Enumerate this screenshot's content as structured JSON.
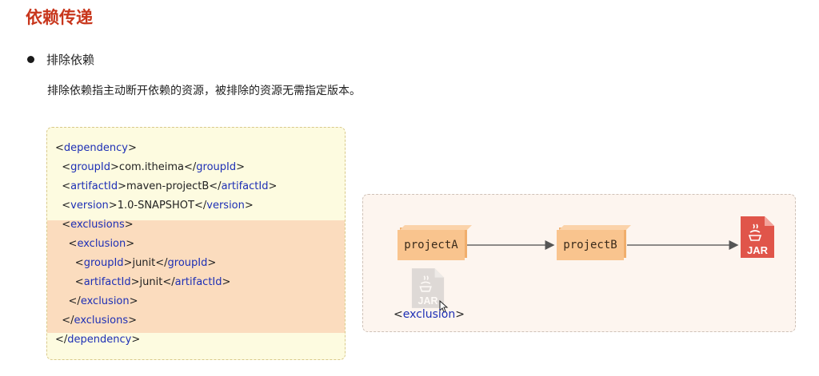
{
  "title": "依赖传递",
  "bullet": "排除依赖",
  "description": "排除依赖指主动断开依赖的资源，被排除的资源无需指定版本。",
  "code_lines": [
    {
      "indent": "",
      "open": "<",
      "tag": "dependency",
      "close": ">",
      "text": "",
      "end_open": "",
      "end_tag": "",
      "end_close": ""
    },
    {
      "indent": "  ",
      "open": "<",
      "tag": "groupId",
      "close": ">",
      "text": "com.itheima",
      "end_open": "</",
      "end_tag": "groupId",
      "end_close": ">"
    },
    {
      "indent": "  ",
      "open": "<",
      "tag": "artifactId",
      "close": ">",
      "text": "maven-projectB",
      "end_open": "</",
      "end_tag": "artifactId",
      "end_close": ">"
    },
    {
      "indent": "  ",
      "open": "<",
      "tag": "version",
      "close": ">",
      "text": "1.0-SNAPSHOT",
      "end_open": "</",
      "end_tag": "version",
      "end_close": ">"
    },
    {
      "indent": "  ",
      "open": "<",
      "tag": "exclusions",
      "close": ">",
      "text": "",
      "end_open": "",
      "end_tag": "",
      "end_close": ""
    },
    {
      "indent": "    ",
      "open": "<",
      "tag": "exclusion",
      "close": ">",
      "text": "",
      "end_open": "",
      "end_tag": "",
      "end_close": ""
    },
    {
      "indent": "      ",
      "open": "<",
      "tag": "groupId",
      "close": ">",
      "text": "junit",
      "end_open": "</",
      "end_tag": "groupId",
      "end_close": ">"
    },
    {
      "indent": "      ",
      "open": "<",
      "tag": "artifactId",
      "close": ">",
      "text": "junit",
      "end_open": "</",
      "end_tag": "artifactId",
      "end_close": ">"
    },
    {
      "indent": "    ",
      "open": "</",
      "tag": "exclusion",
      "close": ">",
      "text": "",
      "end_open": "",
      "end_tag": "",
      "end_close": ""
    },
    {
      "indent": "  ",
      "open": "</",
      "tag": "exclusions",
      "close": ">",
      "text": "",
      "end_open": "",
      "end_tag": "",
      "end_close": ""
    },
    {
      "indent": "",
      "open": "</",
      "tag": "dependency",
      "close": ">",
      "text": "",
      "end_open": "",
      "end_tag": "",
      "end_close": ""
    }
  ],
  "diagram": {
    "project_a": "projectA",
    "project_b": "projectB",
    "jar_label": "JAR",
    "excluded_jar_label": "JAR",
    "exclusion_open": "<",
    "exclusion_tag": "exclusion",
    "exclusion_close": ">"
  },
  "colors": {
    "title": "#c8361c",
    "tag": "#1d2fb5",
    "code_bg": "#fdfbe0",
    "code_highlight": "#fbdcbe",
    "box_fill": "#f9c48e",
    "jar_red": "#e0554a"
  },
  "icons": [
    "jar-file-icon",
    "excluded-jar-file-icon",
    "mouse-cursor-icon"
  ]
}
